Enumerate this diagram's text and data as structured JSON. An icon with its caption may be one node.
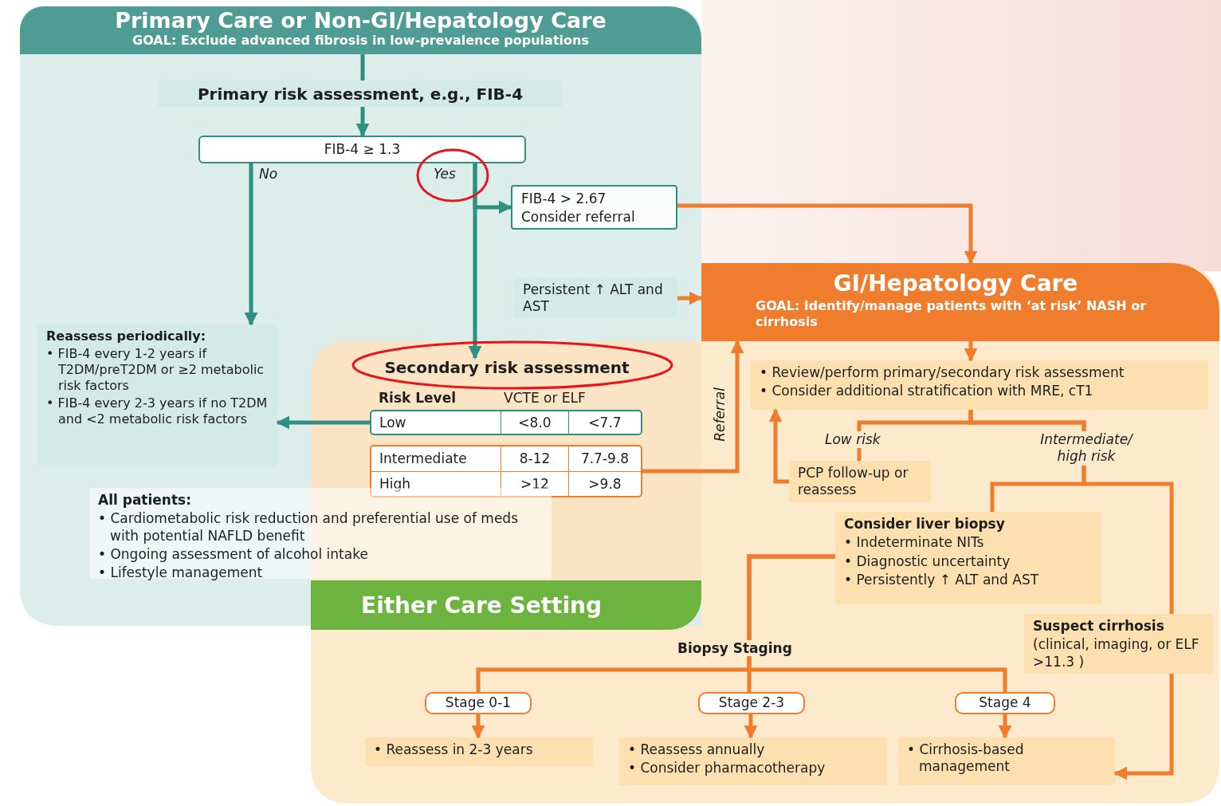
{
  "diagram": {
    "nodes": [
      {
        "text": [
          "Primary Care or Non-GI/Hepatology Care",
          "GOAL: Exclude advanced fibrosis in low-prevalence populations"
        ]
      },
      {
        "text": [
          "Primary risk assessment, e.g., FIB-4"
        ]
      },
      {
        "text": [
          "FIB-4 ≥ 1.3"
        ]
      },
      {
        "text": [
          "FIB-4 > 2.67",
          "Consider referral"
        ]
      },
      {
        "text": [
          "Persistent ↑ ALT and AST"
        ]
      },
      {
        "text": [
          "Reassess periodically:",
          "• FIB-4 every 1-2 years if T2DM/preT2DM or ≥2 metabolic risk factors",
          "• FIB-4 every 2-3 years if no T2DM and <2 metabolic risk factors"
        ]
      },
      {
        "text": [
          "Either Care Setting"
        ]
      },
      {
        "text": [
          "Secondary risk assessment"
        ]
      },
      {
        "text": [
          "Low",
          "<8.0",
          "<7.7"
        ]
      },
      {
        "text": [
          "Intermediate",
          "8-12",
          "7.7-9.8",
          "High",
          ">12",
          ">9.8"
        ]
      },
      {
        "text": [
          "All patients:",
          "• Cardiometabolic risk reduction and preferential use of meds with potential NAFLD benefit",
          "• Ongoing assessment of alcohol intake",
          "• Lifestyle management"
        ]
      },
      {
        "text": [
          "GI/Hepatology Care",
          "GOAL: Identify/manage patients with ‘at risk’ NASH or cirrhosis"
        ]
      },
      {
        "text": [
          "• Review/perform primary/secondary risk assessment",
          "• Consider additional stratification with MRE, cT1"
        ]
      },
      {
        "text": [
          "PCP follow-up or reassess"
        ]
      },
      {
        "text": [
          "Consider liver biopsy",
          "• Indeterminate NITs",
          "• Diagnostic uncertainty",
          "• Persistently ↑ ALT and AST"
        ]
      },
      {
        "text": [
          "Suspect cirrhosis",
          "(clinical, imaging, or ELF >11.3 )"
        ]
      },
      {
        "text": [
          "Stage 0-1"
        ]
      },
      {
        "text": [
          "Stage 2-3"
        ]
      },
      {
        "text": [
          "Stage 4"
        ]
      },
      {
        "text": [
          "• Reassess in 2-3 years"
        ]
      },
      {
        "text": [
          "• Reassess annually",
          "• Consider pharmacotherapy"
        ]
      },
      {
        "text": [
          "• Cirrhosis-based management"
        ]
      }
    ],
    "edges": [
      {
        "from": 0,
        "to": 1,
        "arrow": "none",
        "color": "#2f8f83"
      },
      {
        "from": 1,
        "to": 2,
        "arrow": "to",
        "color": "#2f8f83"
      },
      {
        "from": 2,
        "to": 5,
        "arrow": "to",
        "label": "No",
        "color": "#2f8f83"
      },
      {
        "from": 2,
        "to": 7,
        "arrow": "to",
        "label": "Yes",
        "color": "#2f8f83"
      },
      {
        "from": 2,
        "to": 3,
        "arrow": "to",
        "color": "#2f8f83"
      },
      {
        "from": 3,
        "to": 11,
        "arrow": "to"
      },
      {
        "from": 4,
        "to": 11,
        "arrow": "to"
      },
      {
        "from": 8,
        "to": 5,
        "arrow": "to",
        "color": "#2f8f83"
      },
      {
        "from": 9,
        "to": 11,
        "arrow": "to",
        "label": "Referral"
      },
      {
        "from": 11,
        "to": 12,
        "arrow": "to"
      },
      {
        "from": 12,
        "to": 13,
        "arrow": "none",
        "label": "Low risk"
      },
      {
        "from": 13,
        "to": 12,
        "arrow": "to"
      },
      {
        "from": 12,
        "to": 14,
        "arrow": "none",
        "label": "Intermediate/ high risk"
      },
      {
        "from": 12,
        "to": 15,
        "arrow": "none"
      },
      {
        "from": 15,
        "to": 21,
        "arrow": "to"
      },
      {
        "from": 14,
        "to": 16,
        "arrow": "none"
      },
      {
        "from": 14,
        "to": 17,
        "arrow": "none"
      },
      {
        "from": 14,
        "to": 18,
        "arrow": "none"
      },
      {
        "from": 16,
        "to": 19,
        "arrow": "to"
      },
      {
        "from": 17,
        "to": 20,
        "arrow": "to"
      },
      {
        "from": 18,
        "to": 21,
        "arrow": "to"
      }
    ],
    "labels": [
      "Risk Level",
      "VCTE or ELF",
      "Biopsy Staging"
    ]
  }
}
